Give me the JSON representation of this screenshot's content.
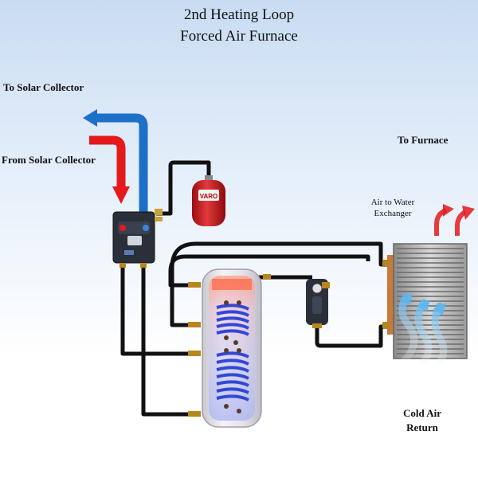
{
  "title": {
    "line1": "2nd Heating Loop",
    "line2": "Forced Air Furnace"
  },
  "labels": {
    "to_solar": "To Solar Collector",
    "from_solar": "From Solar Collector",
    "to_furnace": "To Furnace",
    "exchanger_line1": "Air to Water",
    "exchanger_line2": "Exchanger",
    "cold_air_line1": "Cold Air",
    "cold_air_line2": "Return"
  },
  "badge": "VARO",
  "colors": {
    "hot": "#e5191c",
    "cold": "#1c70c8",
    "pipe": "#111111",
    "tank": "#d9d9e0",
    "coil": "#3347d6",
    "expansion_tank": "#c8151b"
  }
}
